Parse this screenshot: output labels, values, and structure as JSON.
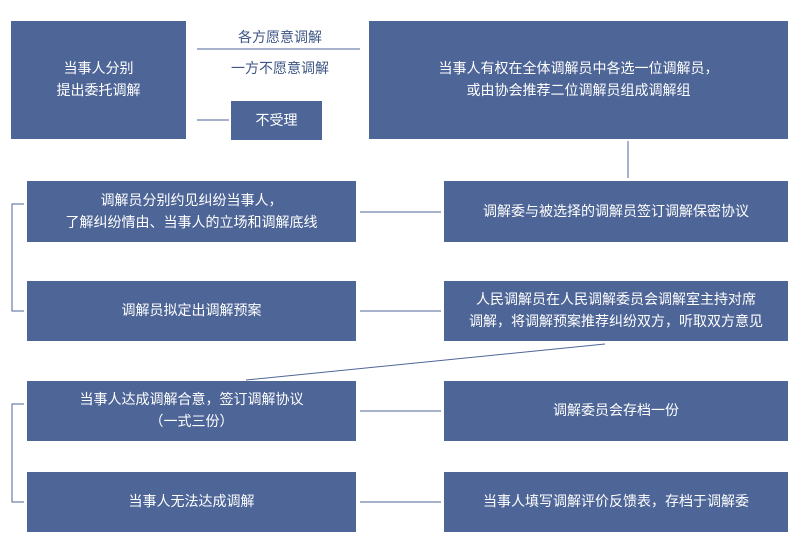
{
  "colors": {
    "box_fill": "#4e6697",
    "box_text": "#ffffff",
    "line": "#4e6697",
    "label_text": "#3e5585"
  },
  "boxes": {
    "apply": {
      "line1": "当事人分别",
      "line2": "提出委托调解"
    },
    "choose": {
      "line1": "当事人有权在全体调解员中各选一位调解员，",
      "line2": "或由协会推荐二位调解员组成调解组"
    },
    "reject": {
      "text": "不受理"
    },
    "sign_secrecy": {
      "text": "调解委与被选择的调解员签订调解保密协议"
    },
    "meet": {
      "line1": "调解员分别约见纠纷当事人，",
      "line2": "了解纠纷情由、当事人的立场和调解底线"
    },
    "draft": {
      "text": "调解员拟定出调解预案"
    },
    "hearing": {
      "line1": "人民调解员在人民调解委员会调解室主持对席",
      "line2": "调解，将调解预案推荐纠纷双方，听取双方意见"
    },
    "agree": {
      "line1": "当事人达成调解合意，签订调解协议",
      "line2": "（一式三份）"
    },
    "archive": {
      "text": "调解委员会存档一份"
    },
    "fail": {
      "text": "当事人无法达成调解"
    },
    "feedback": {
      "text": "当事人填写调解评价反馈表，存档于调解委"
    }
  },
  "labels": {
    "both_willing": "各方愿意调解",
    "one_unwilling": "一方不愿意调解"
  }
}
